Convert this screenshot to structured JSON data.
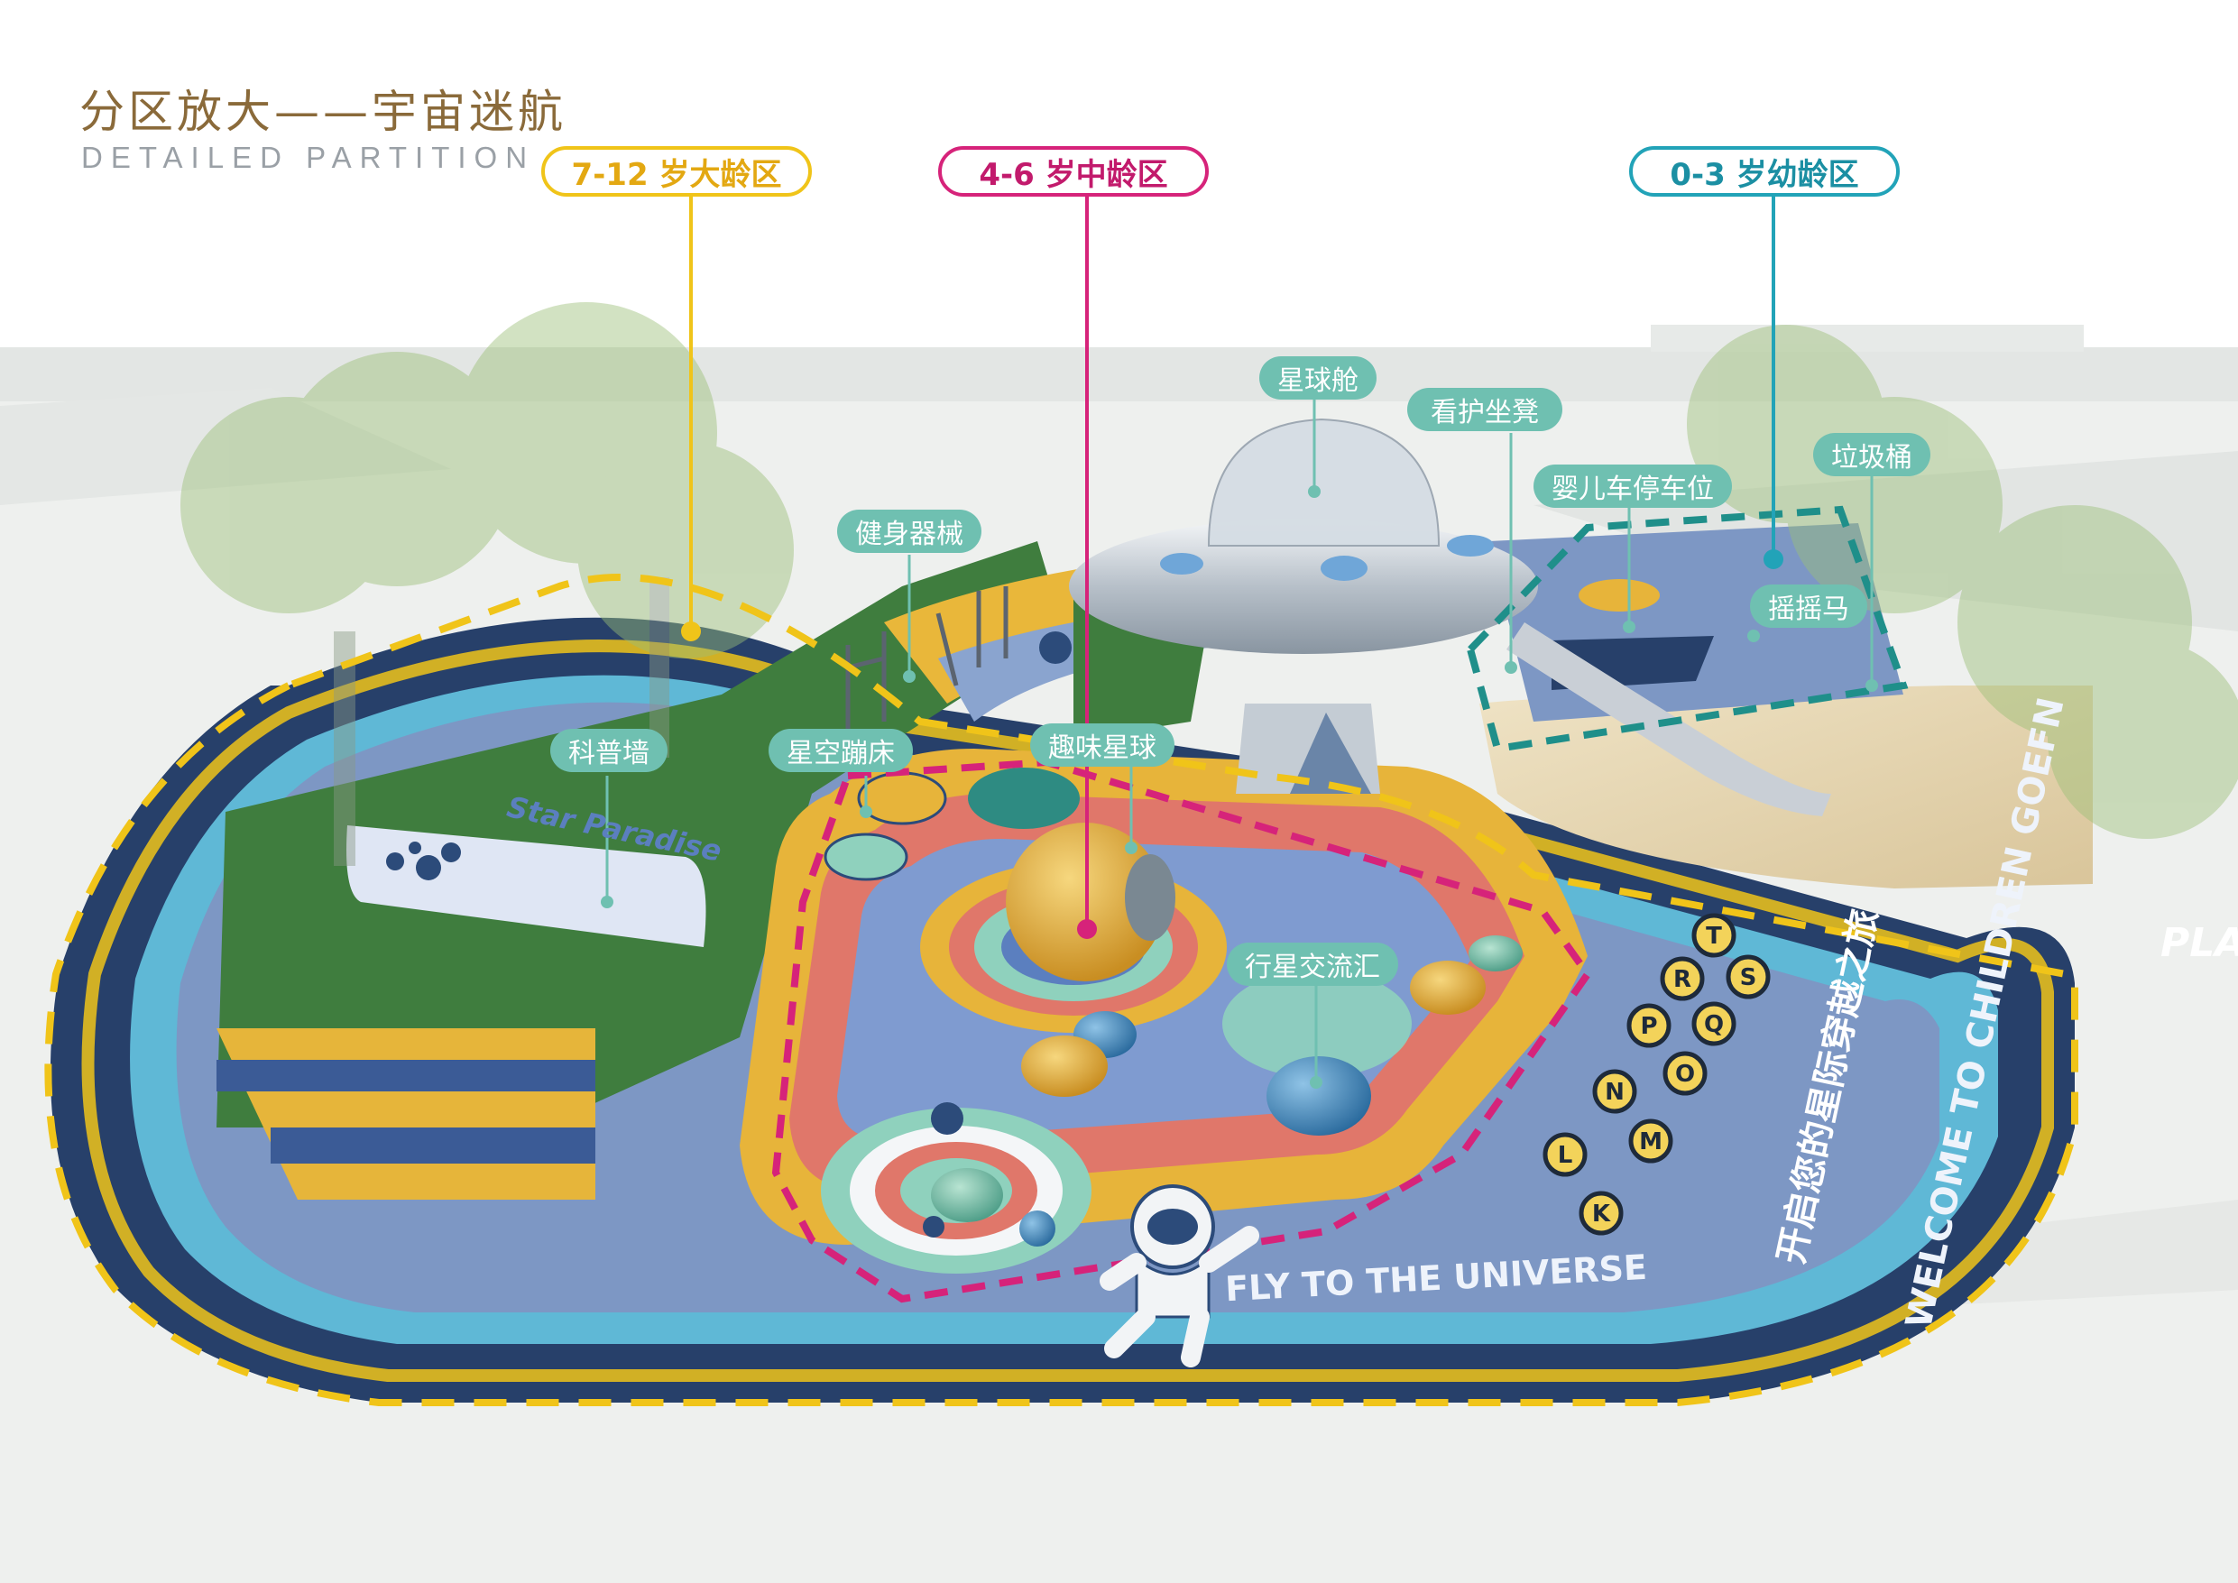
{
  "header": {
    "title_cn": "分区放大——宇宙迷航",
    "title_en": "DETAILED PARTITION"
  },
  "zones": [
    {
      "id": "older",
      "label": "7-12 岁大龄区",
      "color": "#f0c419"
    },
    {
      "id": "middle",
      "label": "4-6 岁中龄区",
      "color": "#d6237a"
    },
    {
      "id": "young",
      "label": "0-3 岁幼龄区",
      "color": "#22a3b8"
    }
  ],
  "facilities": {
    "planet_cabin": "星球舱",
    "guardian_bench": "看护坐凳",
    "stroller_parking": "婴儿车停车位",
    "trash_bin": "垃圾桶",
    "fitness_equipment": "健身器械",
    "rocking_horse": "摇摇马",
    "science_wall": "科普墙",
    "star_trampoline": "星空蹦床",
    "fun_planet": "趣味星球",
    "planet_exchange": "行星交流汇"
  },
  "ground_text": {
    "star_paradise": "Star Paradise",
    "fly_universe": "FLY TO THE UNIVERSE",
    "welcome": "WELCOME TO CHILDREN GOEFN",
    "journey_cn": "开启您的星际穿越之旅",
    "play": "PLA"
  },
  "letter_tiles": [
    "T",
    "S",
    "R",
    "Q",
    "P",
    "O",
    "N",
    "M",
    "L",
    "K"
  ],
  "colors": {
    "older_zone": "#f0c419",
    "middle_zone": "#d6237a",
    "young_zone": "#22a3b8",
    "label_bg": "#6fc0b1",
    "title": "#8a6a3a"
  }
}
